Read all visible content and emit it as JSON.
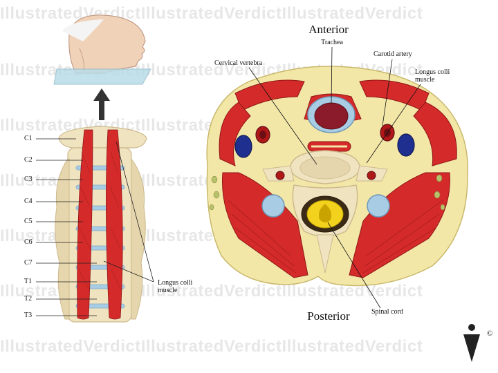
{
  "watermark": "IllustratedVerdictIllustratedVerdictIllustratedVerdict",
  "copyright_symbol": "©",
  "colors": {
    "muscle": "#d42a2a",
    "muscle_dark": "#8e1717",
    "fat": "#f3e7a8",
    "bone": "#efe3c0",
    "bone_dark": "#cdb98c",
    "disc": "#a8cce4",
    "vein": "#1f2f8f",
    "artery": "#b01818",
    "cord": "#f2d21c",
    "skin": "#f0d2b8"
  },
  "vertebrae": {
    "levels": [
      "C1",
      "C2",
      "C3",
      "C4",
      "C5",
      "C6",
      "C7",
      "T1",
      "T2",
      "T3"
    ]
  },
  "labels": {
    "anterior": "Anterior",
    "posterior": "Posterior",
    "trachea": "Trachea",
    "cervical_vertebra": "Cervical vertebra",
    "carotid_artery": "Carotid artery",
    "longus_colli_right_1": "Longus colli",
    "longus_colli_right_2": "muscle",
    "longus_colli_left_1": "Longus colli",
    "longus_colli_left_2": "muscle",
    "spinal_cord": "Spinal cord"
  }
}
